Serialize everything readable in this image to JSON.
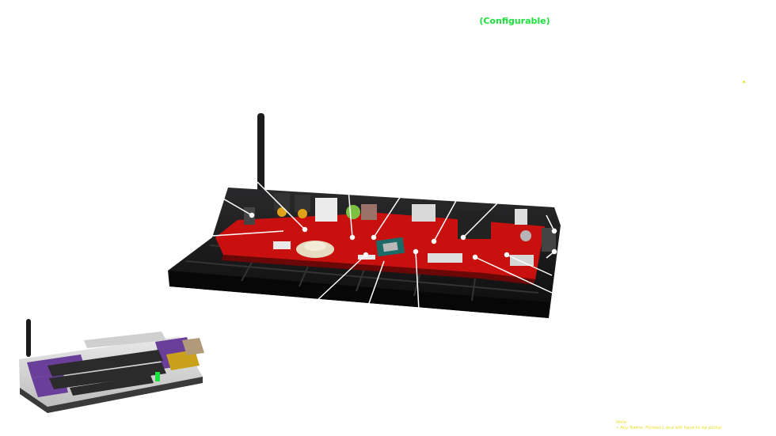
{
  "header": {
    "title": "(Configurable)"
  },
  "note": {
    "heading": "Note:",
    "line": "• Any Name: Frontec1 and will have to be portal."
  },
  "colors": {
    "title": "#19e23b",
    "note": "#e8e12b",
    "board": "#c8100f",
    "case": "#1b1b1d",
    "keyboard_purple": "#6a3f9a",
    "keyboard_gold": "#caa11a"
  }
}
